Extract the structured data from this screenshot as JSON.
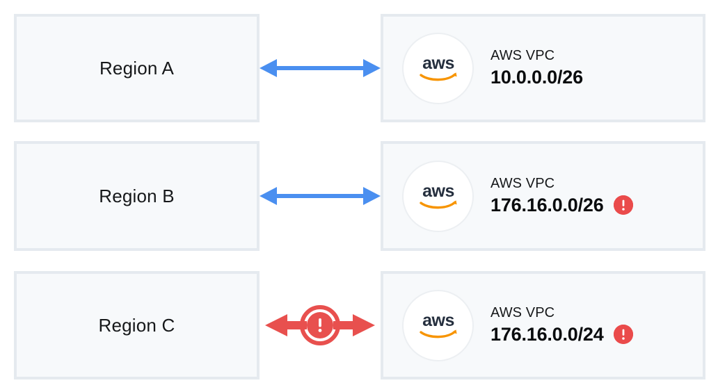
{
  "colors": {
    "arrow_ok": "#4a8ff0",
    "arrow_error": "#e8504e",
    "badge_red": "#ea4b4b",
    "box_fill": "#f7f9fb",
    "box_border": "#e5eaef",
    "aws_text": "#252f3e",
    "aws_swoosh": "#f79400"
  },
  "rows": [
    {
      "region_label": "Region A",
      "connector": {
        "icon": "double-arrow-icon",
        "state": "ok",
        "color": "#4a8ff0",
        "has_alert": false
      },
      "vpc": {
        "logo": "aws-logo-icon",
        "logo_text": "aws",
        "title": "AWS VPC",
        "cidr": "10.0.0.0/26",
        "alert": false,
        "alert_icon": "alert-exclamation-icon"
      }
    },
    {
      "region_label": "Region B",
      "connector": {
        "icon": "double-arrow-icon",
        "state": "ok",
        "color": "#4a8ff0",
        "has_alert": false
      },
      "vpc": {
        "logo": "aws-logo-icon",
        "logo_text": "aws",
        "title": "AWS VPC",
        "cidr": "176.16.0.0/26",
        "alert": true,
        "alert_icon": "alert-exclamation-icon"
      }
    },
    {
      "region_label": "Region C",
      "connector": {
        "icon": "double-arrow-alert-icon",
        "state": "error",
        "color": "#e8504e",
        "has_alert": true
      },
      "vpc": {
        "logo": "aws-logo-icon",
        "logo_text": "aws",
        "title": "AWS VPC",
        "cidr": "176.16.0.0/24",
        "alert": true,
        "alert_icon": "alert-exclamation-icon"
      }
    }
  ]
}
